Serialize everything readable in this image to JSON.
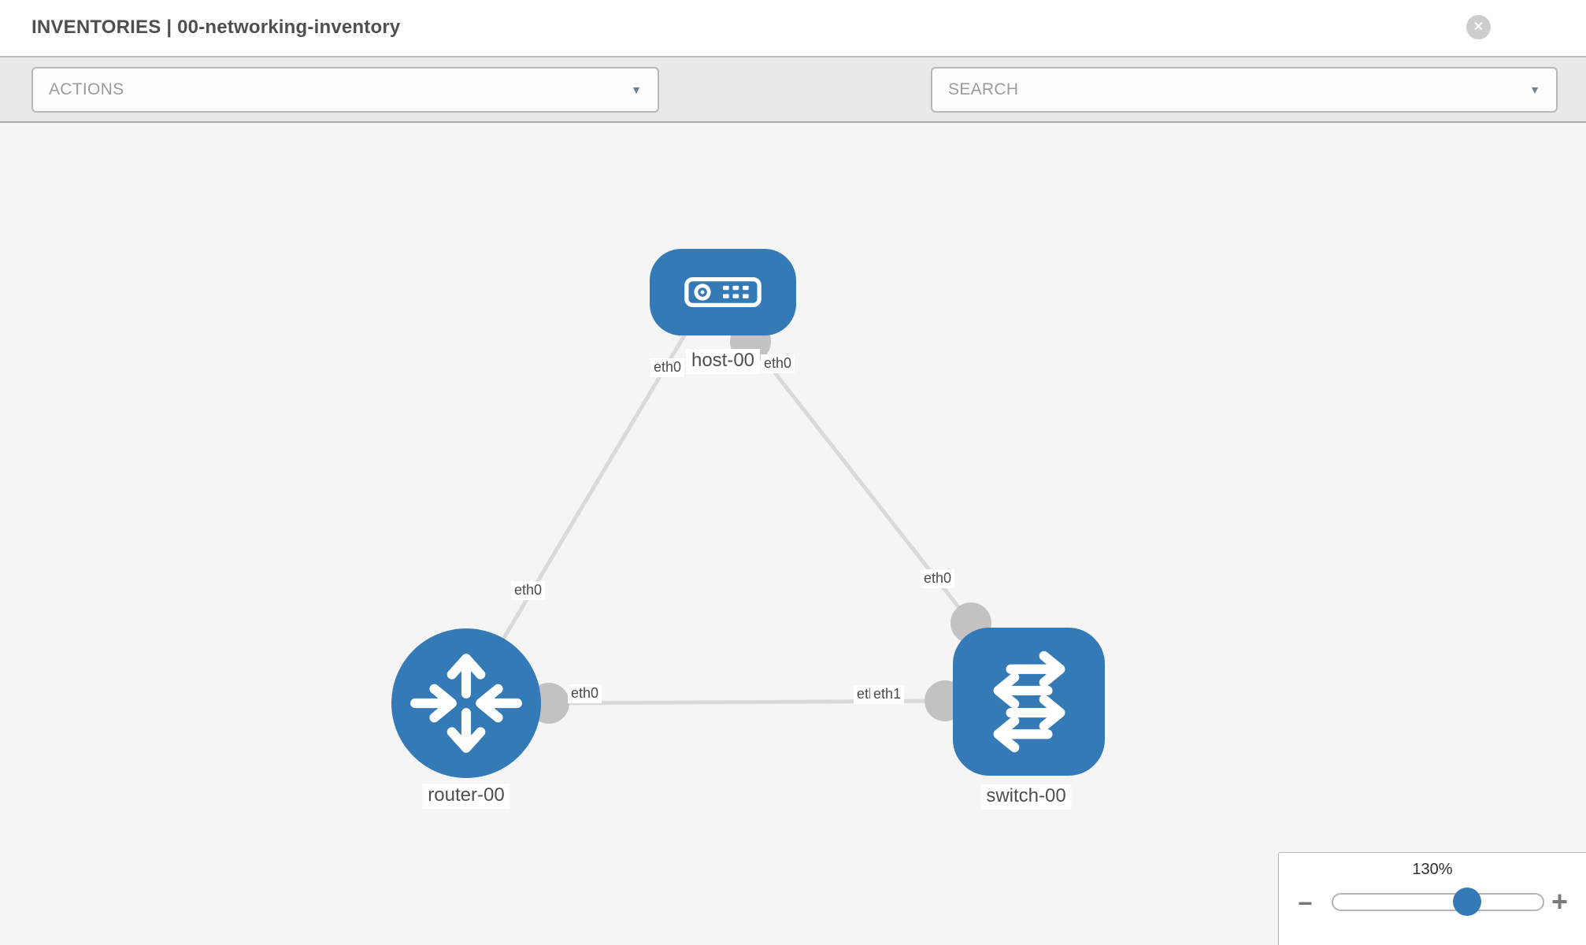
{
  "header": {
    "title": "INVENTORIES | 00-networking-inventory",
    "close_glyph": "✕"
  },
  "toolbar": {
    "actions_label": "ACTIONS",
    "search_label": "SEARCH",
    "caret_glyph": "▼",
    "icon_names": [
      "wrench-icon",
      "key-icon"
    ]
  },
  "topology": {
    "nodes": [
      {
        "id": "host-00",
        "label": "host-00",
        "type": "host"
      },
      {
        "id": "router-00",
        "label": "router-00",
        "type": "router"
      },
      {
        "id": "switch-00",
        "label": "switch-00",
        "type": "switch"
      }
    ],
    "links": [
      {
        "from": "host-00",
        "from_iface": "eth0",
        "to": "router-00",
        "to_iface": "eth0"
      },
      {
        "from": "host-00",
        "from_iface": "eth0",
        "to": "switch-00",
        "to_iface": "eth0"
      },
      {
        "from": "router-00",
        "from_iface": "eth0",
        "to": "switch-00",
        "to_iface": "eth1",
        "to_iface_overlapped": "eth1"
      }
    ]
  },
  "zoom_panel": {
    "level": "130%",
    "minus_glyph": "−",
    "plus_glyph": "+",
    "slider_value_percent": 64
  },
  "colors": {
    "node_blue": "#337ab7",
    "edge_gray": "#d9d9d9",
    "connector_gray": "#c2c2c2",
    "canvas_bg": "#f5f5f5",
    "toolbar_bg": "#e9e9e9"
  }
}
